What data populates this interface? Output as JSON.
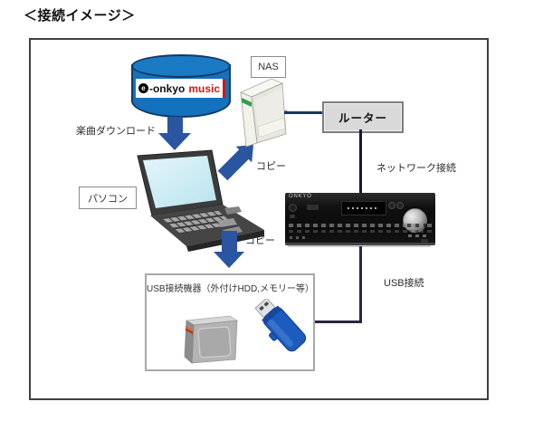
{
  "page": {
    "title": "＜接続イメージ＞"
  },
  "logo": {
    "e": "e",
    "name": "-onkyo",
    "product": "music"
  },
  "labels": {
    "download": "楽曲ダウンロード",
    "copy_to_nas": "コピー",
    "copy_to_usb": "コピー",
    "network_connection": "ネットワーク接続",
    "usb_connection": "USB接続"
  },
  "nodes": {
    "nas": "NAS",
    "router": "ルーター",
    "pc": "パソコン",
    "usb_devices_box": "USB接続機器（外付けHDD,メモリー等）",
    "receiver_brand": "ONKYO"
  },
  "colors": {
    "cylinder_blue": "#1471bd",
    "arrow_blue": "#2a55a0",
    "network_line": "#17375e",
    "usb_line": "#2b2742",
    "router_fill": "#d9d9d9",
    "logo_red": "#d01818",
    "usb_stick_blue": "#1d5cbe"
  }
}
